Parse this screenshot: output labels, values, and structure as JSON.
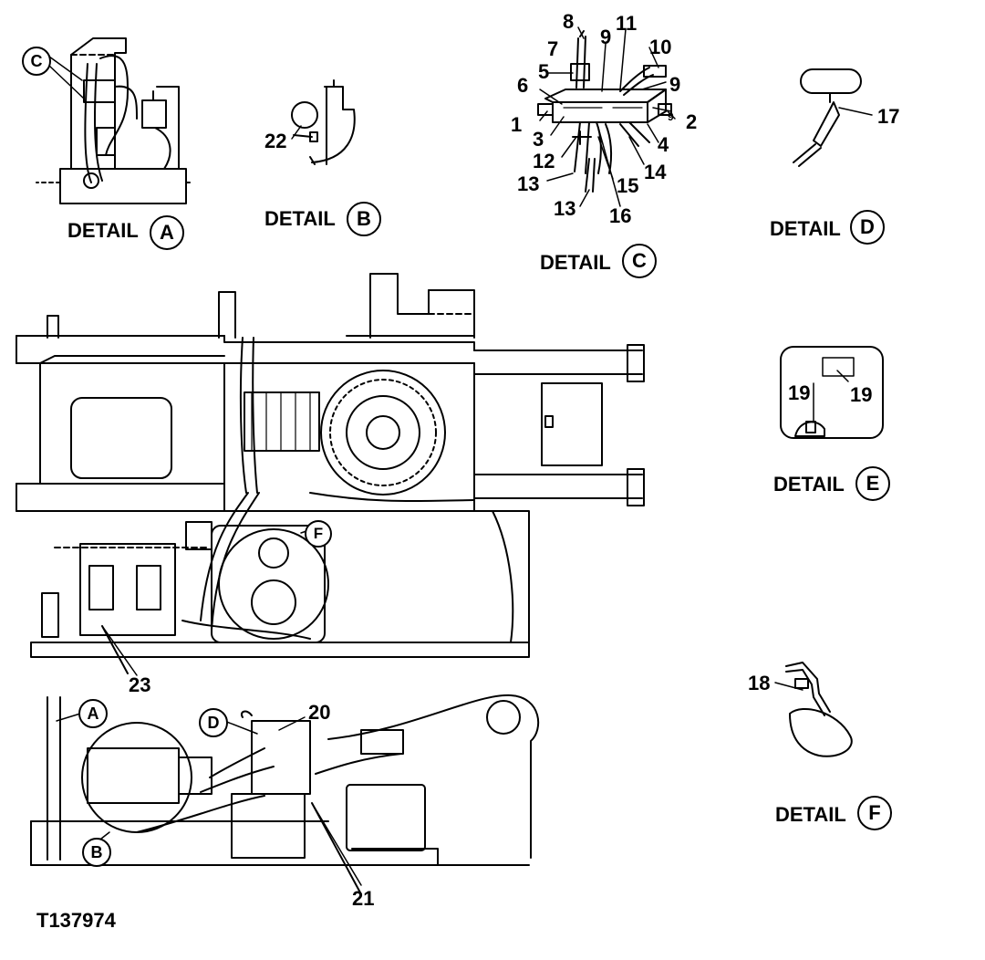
{
  "figure_id": "T137974",
  "details": {
    "a": {
      "word": "DETAIL",
      "letter": "A"
    },
    "b": {
      "word": "DETAIL",
      "letter": "B"
    },
    "c": {
      "word": "DETAIL",
      "letter": "C"
    },
    "d": {
      "word": "DETAIL",
      "letter": "D"
    },
    "e": {
      "word": "DETAIL",
      "letter": "E"
    },
    "f": {
      "word": "DETAIL",
      "letter": "F"
    }
  },
  "callout_letters": {
    "c": "C",
    "a": "A",
    "b": "B",
    "d": "D",
    "f": "F"
  },
  "part_numbers": {
    "n1": "1",
    "n2": "2",
    "n3": "3",
    "n4": "4",
    "n5": "5",
    "n6": "6",
    "n7": "7",
    "n8": "8",
    "n9a": "9",
    "n9b": "9",
    "n9c": "9",
    "n10": "10",
    "n11": "11",
    "n12": "12",
    "n13a": "13",
    "n13b": "13",
    "n14": "14",
    "n15": "15",
    "n16": "16",
    "n17": "17",
    "n18": "18",
    "n19a": "19",
    "n19b": "19",
    "n20": "20",
    "n21": "21",
    "n22": "22",
    "n23": "23"
  },
  "colors": {
    "ink": "#000000",
    "paper": "#ffffff"
  }
}
